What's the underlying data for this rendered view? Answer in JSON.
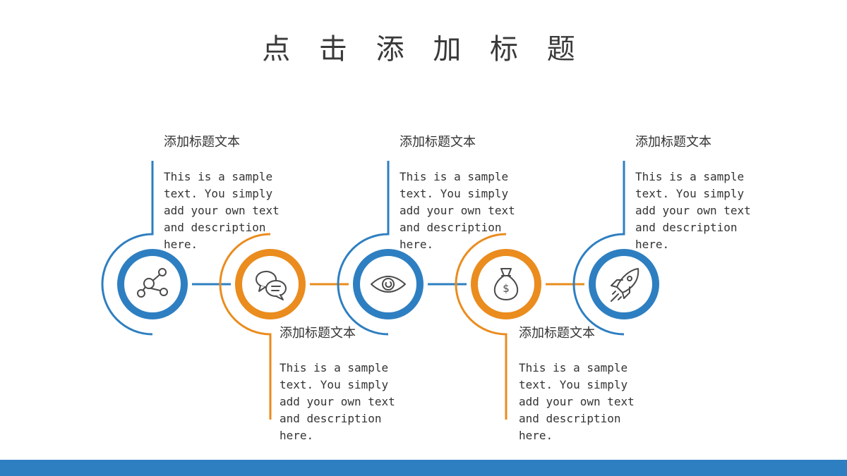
{
  "page": {
    "title": "点 击 添 加 标 题"
  },
  "colors": {
    "blue": "#2e7fc1",
    "orange": "#ea8c1e",
    "icon": "#4a4a4a",
    "text": "#333333",
    "bar": "#2e7fc1"
  },
  "steps": [
    {
      "heading": "添加标题文本",
      "text": "This is a sample text. You simply add your own text and description here.",
      "icon": "molecule-icon",
      "color": "blue"
    },
    {
      "heading": "添加标题文本",
      "text": "This is a sample text. You simply add your own text and description here.",
      "icon": "chat-bubbles-icon",
      "color": "orange"
    },
    {
      "heading": "添加标题文本",
      "text": "This is a sample text. You simply add your own text and description here.",
      "icon": "eye-icon",
      "color": "blue"
    },
    {
      "heading": "添加标题文本",
      "text": "This is a sample text. You simply add your own text and description here.",
      "icon": "money-bag-icon",
      "color": "orange"
    },
    {
      "heading": "添加标题文本",
      "text": "This is a sample text. You simply add your own text and description here.",
      "icon": "rocket-icon",
      "color": "blue"
    }
  ]
}
